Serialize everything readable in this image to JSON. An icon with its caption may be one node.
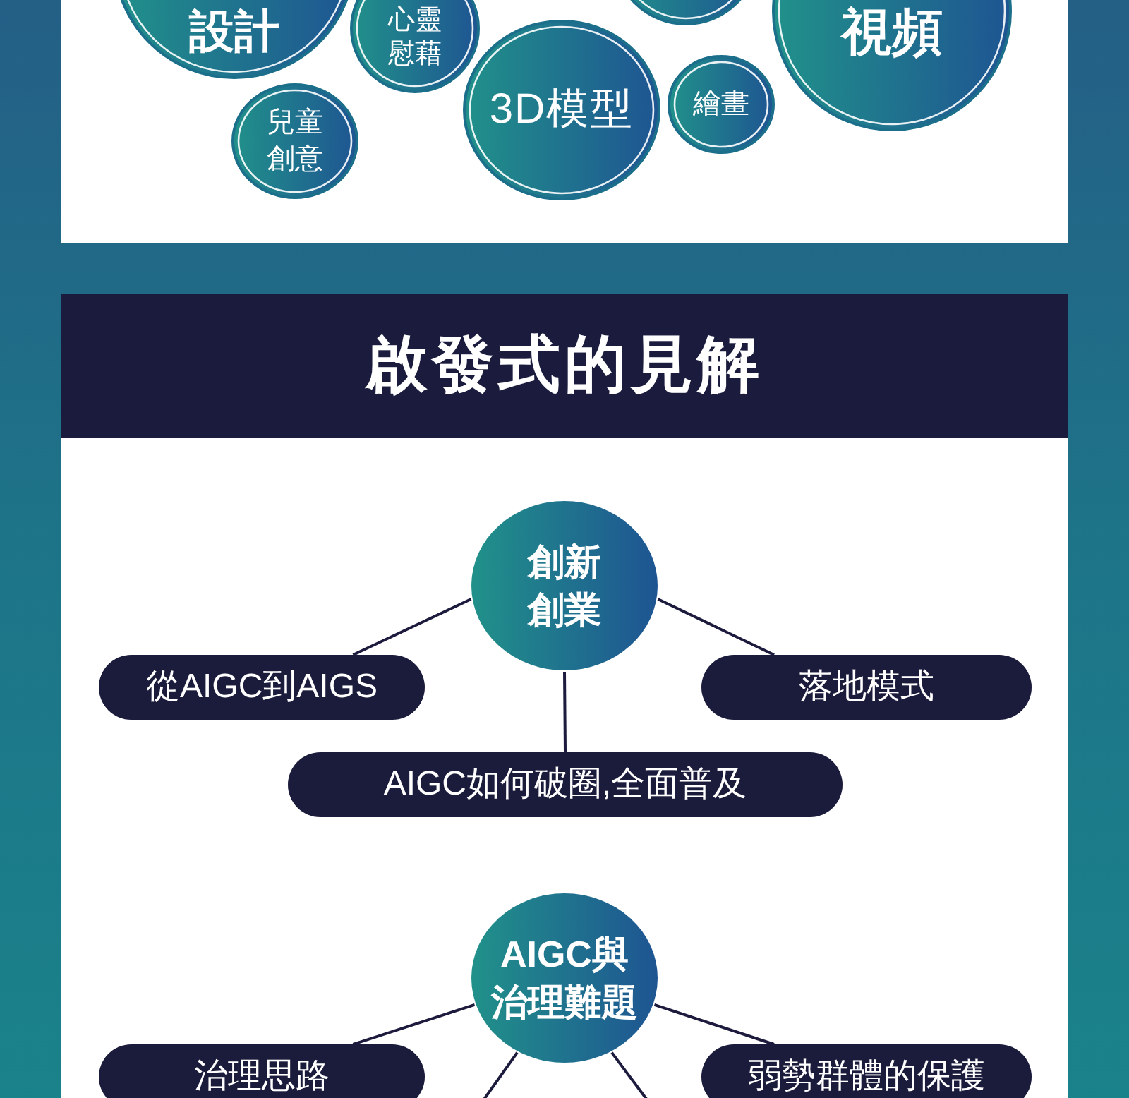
{
  "diagram": {
    "nodes": [
      {
        "text": [
          "設計"
        ]
      },
      {
        "text": [
          "心靈慰藉"
        ]
      },
      {
        "text": [],
        "shape": "circle"
      },
      {
        "text": [
          "視頻"
        ]
      },
      {
        "text": [
          "3D模型"
        ]
      },
      {
        "text": [
          "繪畫"
        ]
      },
      {
        "text": [
          "兒童創意"
        ]
      },
      {
        "text": [
          "啟發式的見解"
        ]
      },
      {
        "text": [
          "創新創業"
        ]
      },
      {
        "text": [
          "從AIGC到AIGS"
        ]
      },
      {
        "text": [
          "落地模式"
        ]
      },
      {
        "text": [
          "AIGC如何破圈,全面普及"
        ]
      },
      {
        "text": [
          "AIGC與治理難題"
        ]
      },
      {
        "text": [
          "治理思路"
        ]
      },
      {
        "text": [
          "弱勢群體的保護"
        ]
      }
    ],
    "edges": [
      {
        "from": 8,
        "to": 9,
        "arrow": "none"
      },
      {
        "from": 8,
        "to": 10,
        "arrow": "none"
      },
      {
        "from": 8,
        "to": 11,
        "arrow": "none"
      },
      {
        "from": 12,
        "to": 13,
        "arrow": "none"
      },
      {
        "from": 12,
        "to": 14,
        "arrow": "none"
      },
      {
        "from": 12,
        "to": null,
        "arrow": "none"
      },
      {
        "from": 12,
        "to": null,
        "arrow": "none"
      }
    ]
  }
}
